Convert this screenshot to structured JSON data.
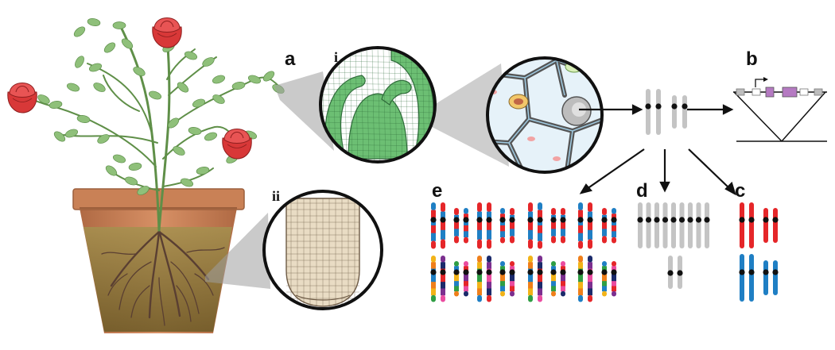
{
  "labels": {
    "a": "a",
    "b": "b",
    "c": "c",
    "d": "d",
    "e": "e",
    "i": "i",
    "ii": "ii"
  },
  "icons": {
    "plant": "rose-plant-icon",
    "pot": "flower-pot-icon",
    "meristem": "shoot-meristem-icon",
    "root_tip": "root-tip-icon",
    "cell": "cell-nucleus-icon",
    "construct": "gene-construct-icon"
  },
  "colors": {
    "leaf": "#8fc07a",
    "stem": "#5f8f48",
    "rose": "#d83838",
    "pot": "#c47a4f",
    "soil": "#7d6a35",
    "root": "#5a3f32",
    "chrom_gray": "#c4c4c4",
    "chrom_red": "#e52629",
    "chrom_blue": "#1f7fc4",
    "centromere": "#111111",
    "meristem_green": "#6cbf73",
    "root_tissue": "#e9dcc4",
    "construct_purple": "#b57ac2"
  },
  "palette_e": [
    "#e52629",
    "#1f7fc4",
    "#1b2a6b",
    "#ef7f1a",
    "#ea4ca0",
    "#2f9e44",
    "#7b2f8f",
    "#f2b318"
  ]
}
